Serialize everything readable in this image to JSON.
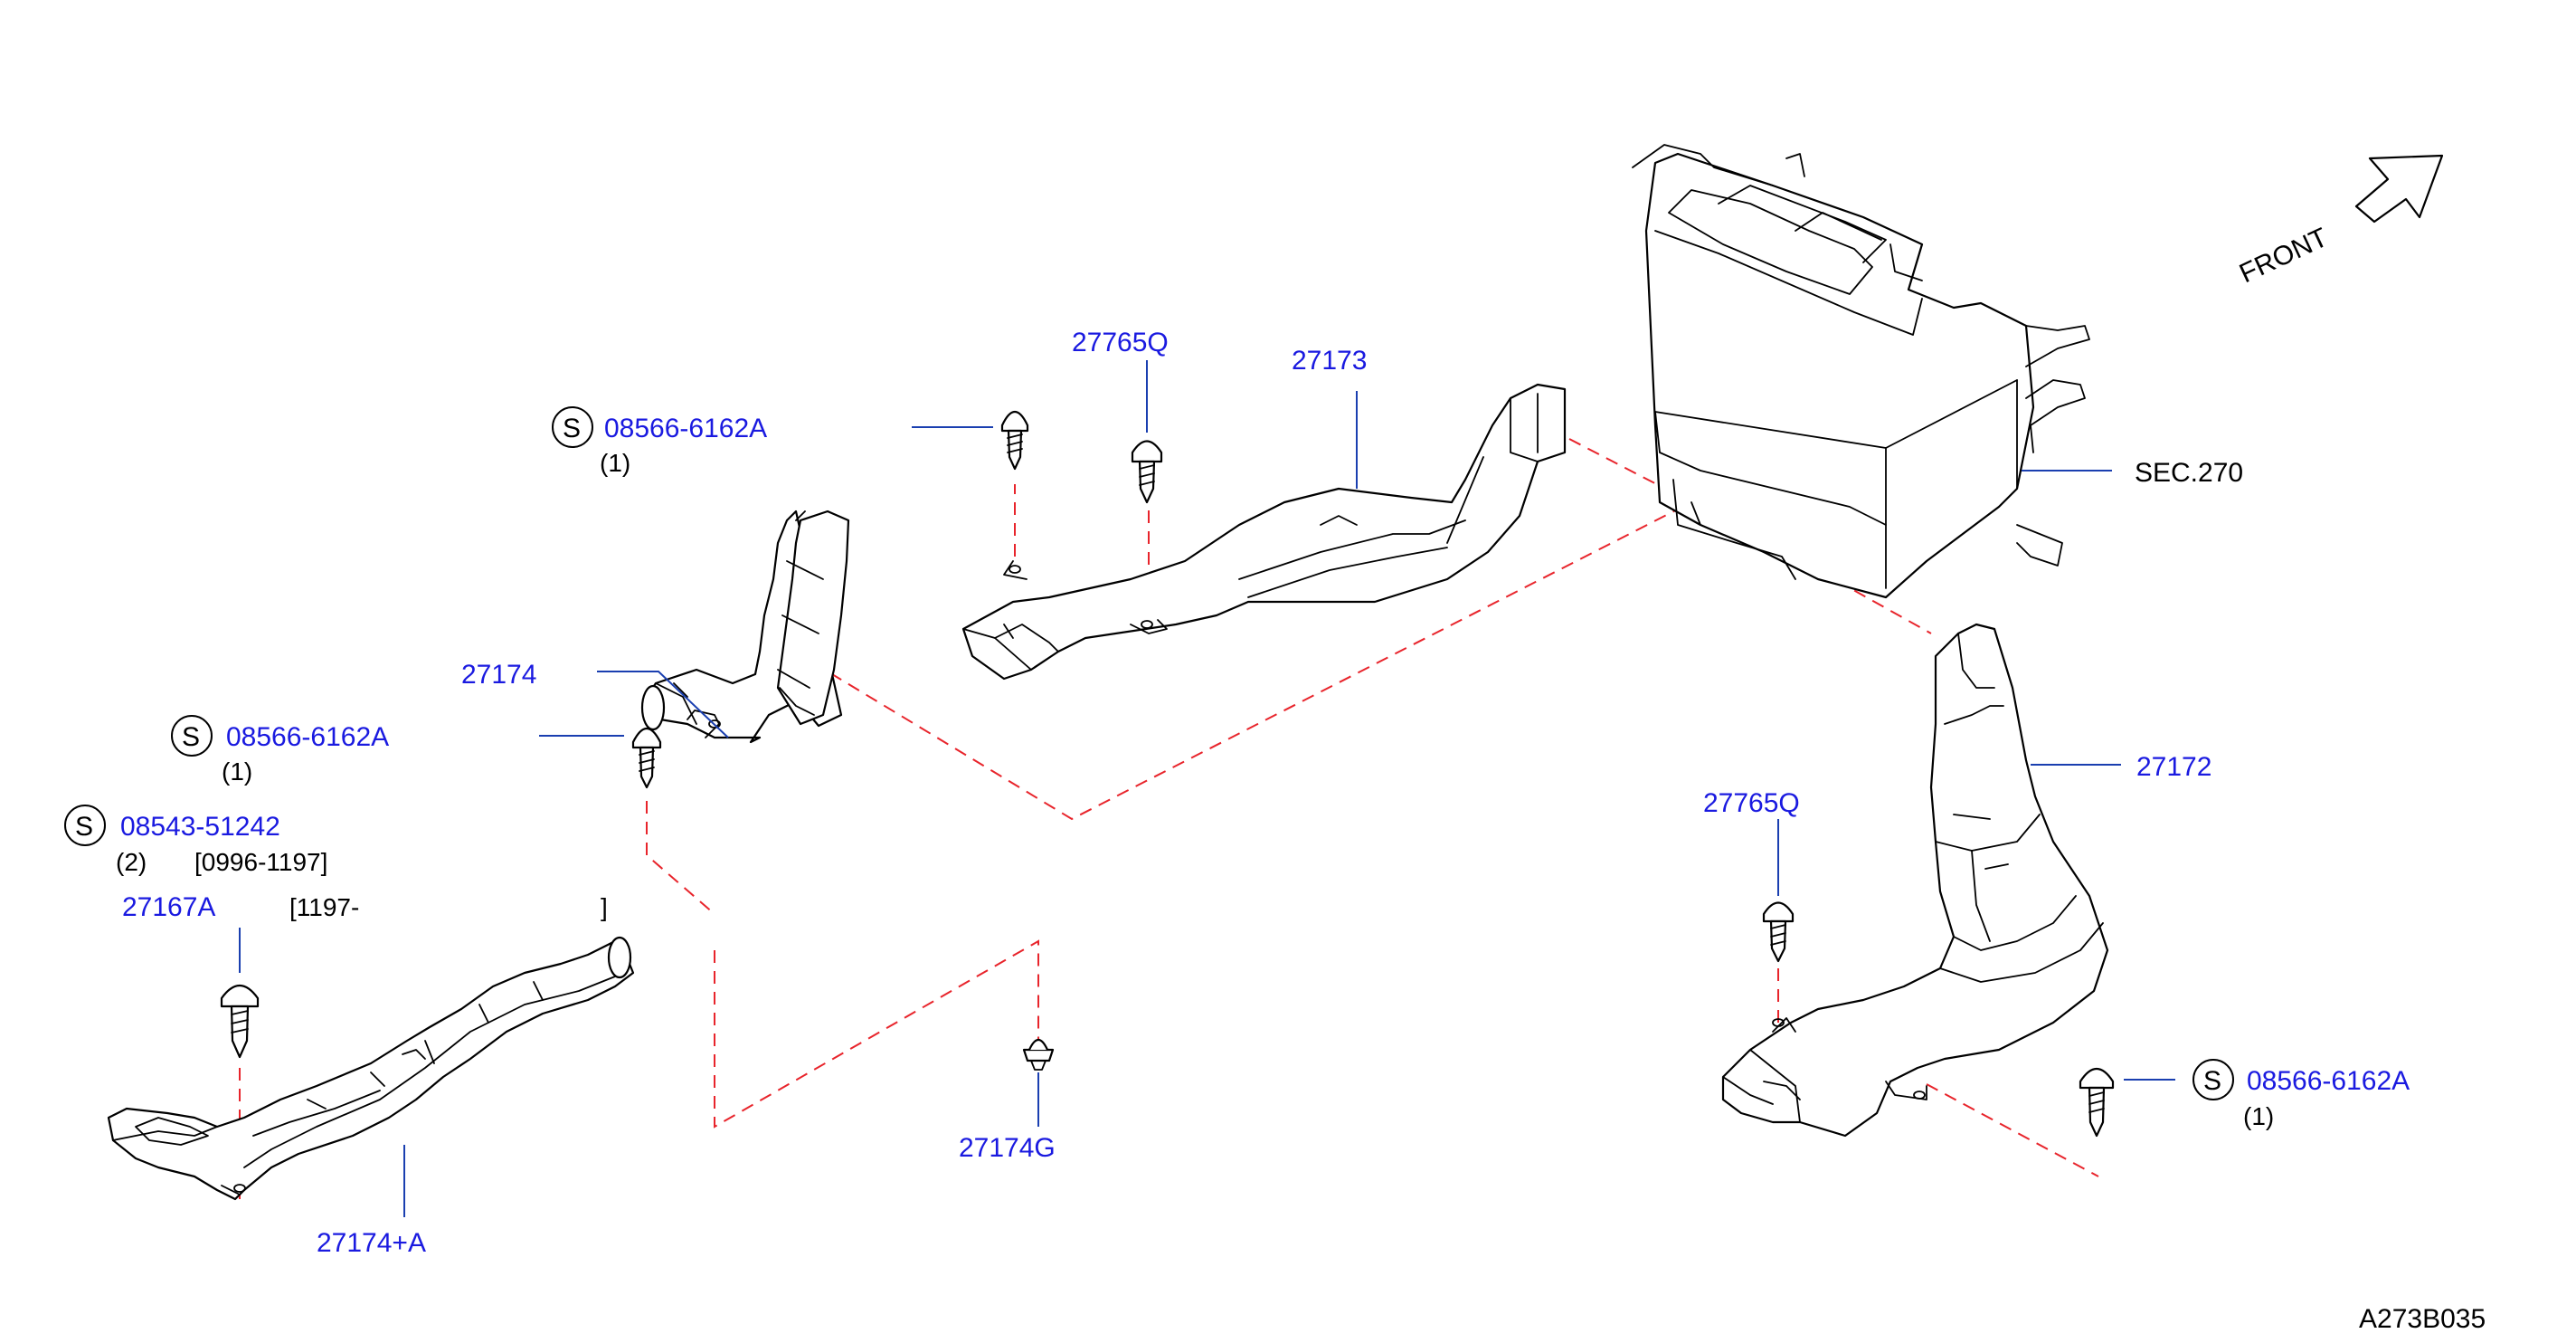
{
  "diagram_code": "A273B035",
  "front_label": "FRONT",
  "sec_label": "SEC.270",
  "s_symbol": "S",
  "callouts": {
    "p27173": "27173",
    "p27765q_top": "27765Q",
    "p08566_top": "08566-6162A",
    "p08566_top_qty": "(1)",
    "p27174": "27174",
    "p08566_left": "08566-6162A",
    "p08566_left_qty": "(1)",
    "p08543": "08543-51242",
    "p08543_qty": "(2)",
    "p08543_range1": "[0996-1197]",
    "p27167a": "27167A",
    "p27167a_range": "[1197-",
    "p27167a_range_end": "]",
    "p27174a": "27174+A",
    "p27174g": "27174G",
    "p27172": "27172",
    "p27765q_right": "27765Q",
    "p08566_right": "08566-6162A",
    "p08566_right_qty": "(1)"
  },
  "colors": {
    "part_number": "#1a1ae0",
    "text": "#000000",
    "leader": "#1a3fb0",
    "connection_dash": "#e8242b"
  }
}
